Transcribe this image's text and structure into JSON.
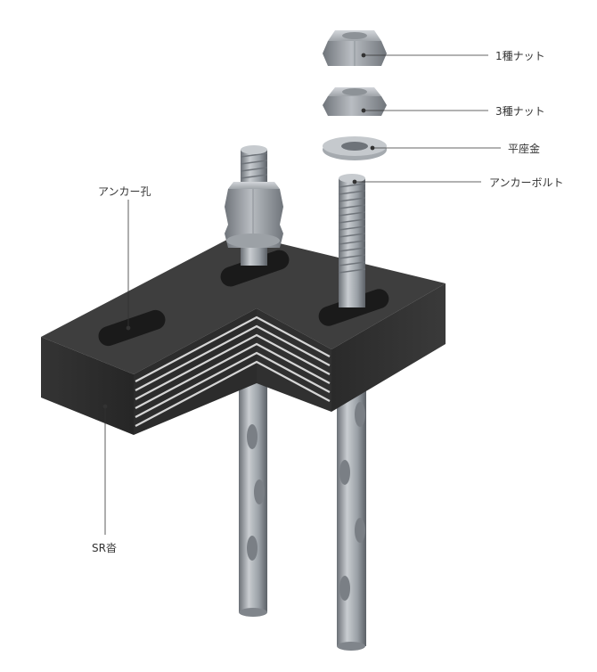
{
  "labels": {
    "nut_type1": "1種ナット",
    "nut_type3": "3種ナット",
    "flat_washer": "平座金",
    "anchor_bolt": "アンカーボルト",
    "anchor_hole": "アンカー孔",
    "sr_shoe": "SR沓"
  },
  "colors": {
    "block_top": "#3d3d3d",
    "block_front": "#2a2a2a",
    "block_side": "#333333",
    "laminate_line": "#d9d9d9",
    "steel_light": "#bfc3c7",
    "steel_mid": "#8e9398",
    "steel_dark": "#5f646a",
    "leader_line": "#333333"
  }
}
